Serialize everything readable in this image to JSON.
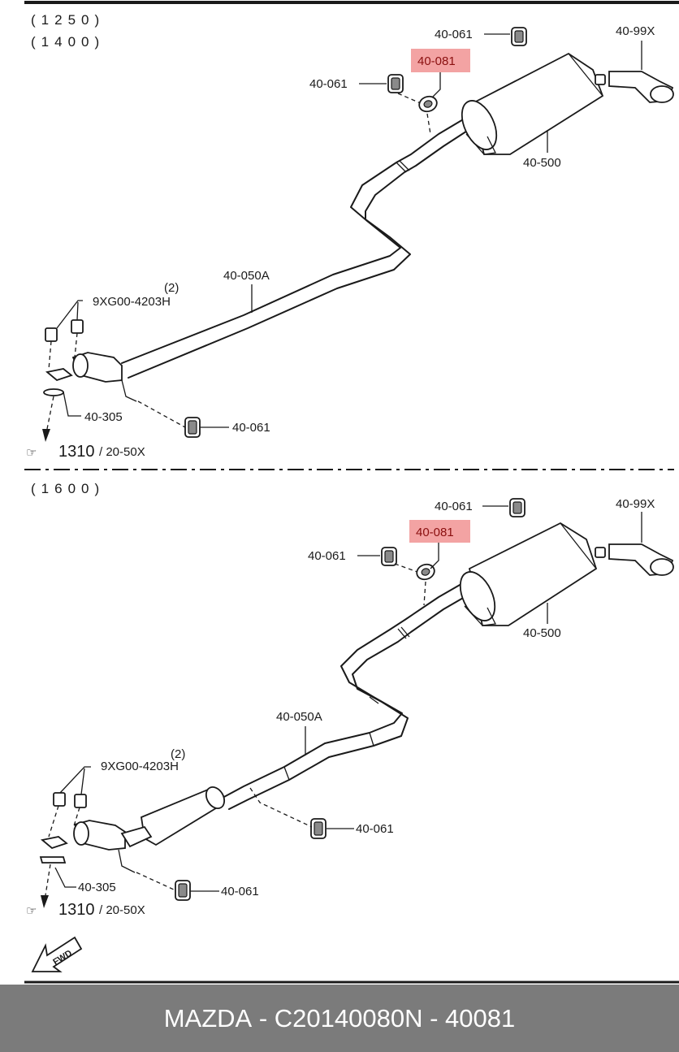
{
  "top_section": {
    "engines": [
      "(1250)",
      "(1400)"
    ],
    "labels": {
      "hanger_top": "40-061",
      "highlight": "40-081",
      "hanger_left": "40-061",
      "tail_pipe": "40-99X",
      "muffler": "40-500",
      "pipe": "40-050A",
      "qty": "(2)",
      "nut": "9XG00-4203H",
      "gasket": "40-305",
      "hanger_bottom": "40-061",
      "ref_num": "1310",
      "ref_sub": "/ 20-50X"
    }
  },
  "bottom_section": {
    "engines": [
      "(1600)"
    ],
    "labels": {
      "hanger_top": "40-061",
      "highlight": "40-081",
      "hanger_left": "40-061",
      "tail_pipe": "40-99X",
      "muffler": "40-500",
      "pipe": "40-050A",
      "qty": "(2)",
      "nut": "9XG00-4203H",
      "hanger_mid": "40-061",
      "gasket": "40-305",
      "hanger_bottom": "40-061",
      "ref_num": "1310",
      "ref_sub": "/ 20-50X"
    }
  },
  "fwd_label": "FWD",
  "footer": {
    "brand": "MAZDA",
    "catalog": "C20140080",
    "part": "N - 40081"
  },
  "colors": {
    "highlight": "#f3a3a3",
    "footer_bg": "#7b7b7b"
  }
}
